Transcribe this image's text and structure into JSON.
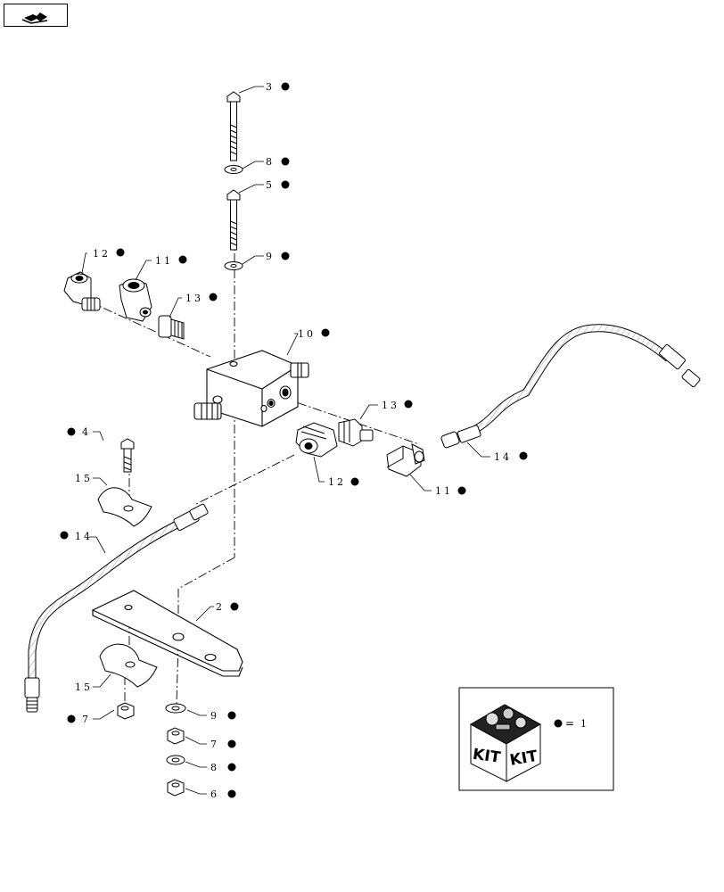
{
  "nav": {
    "icon": "return-arrow-icon"
  },
  "callouts": [
    {
      "id": "c3",
      "number": "3"
    },
    {
      "id": "c8a",
      "number": "8"
    },
    {
      "id": "c5",
      "number": "5"
    },
    {
      "id": "c9a",
      "number": "9"
    },
    {
      "id": "c12a",
      "number": "12"
    },
    {
      "id": "c11a",
      "number": "11"
    },
    {
      "id": "c13a",
      "number": "13"
    },
    {
      "id": "c10",
      "number": "10"
    },
    {
      "id": "c13b",
      "number": "13"
    },
    {
      "id": "c4",
      "number": "4"
    },
    {
      "id": "c14b",
      "number": "14"
    },
    {
      "id": "c12b",
      "number": "12"
    },
    {
      "id": "c11b",
      "number": "11"
    },
    {
      "id": "c15a",
      "number": "15"
    },
    {
      "id": "c14a",
      "number": "14"
    },
    {
      "id": "c2",
      "number": "2"
    },
    {
      "id": "c15b",
      "number": "15"
    },
    {
      "id": "c7a",
      "number": "7"
    },
    {
      "id": "c9b",
      "number": "9"
    },
    {
      "id": "c7b",
      "number": "7"
    },
    {
      "id": "c8b",
      "number": "8"
    },
    {
      "id": "c6",
      "number": "6"
    }
  ],
  "legend": {
    "kit_text": "KIT",
    "equals": "=",
    "kit_number": "1"
  }
}
